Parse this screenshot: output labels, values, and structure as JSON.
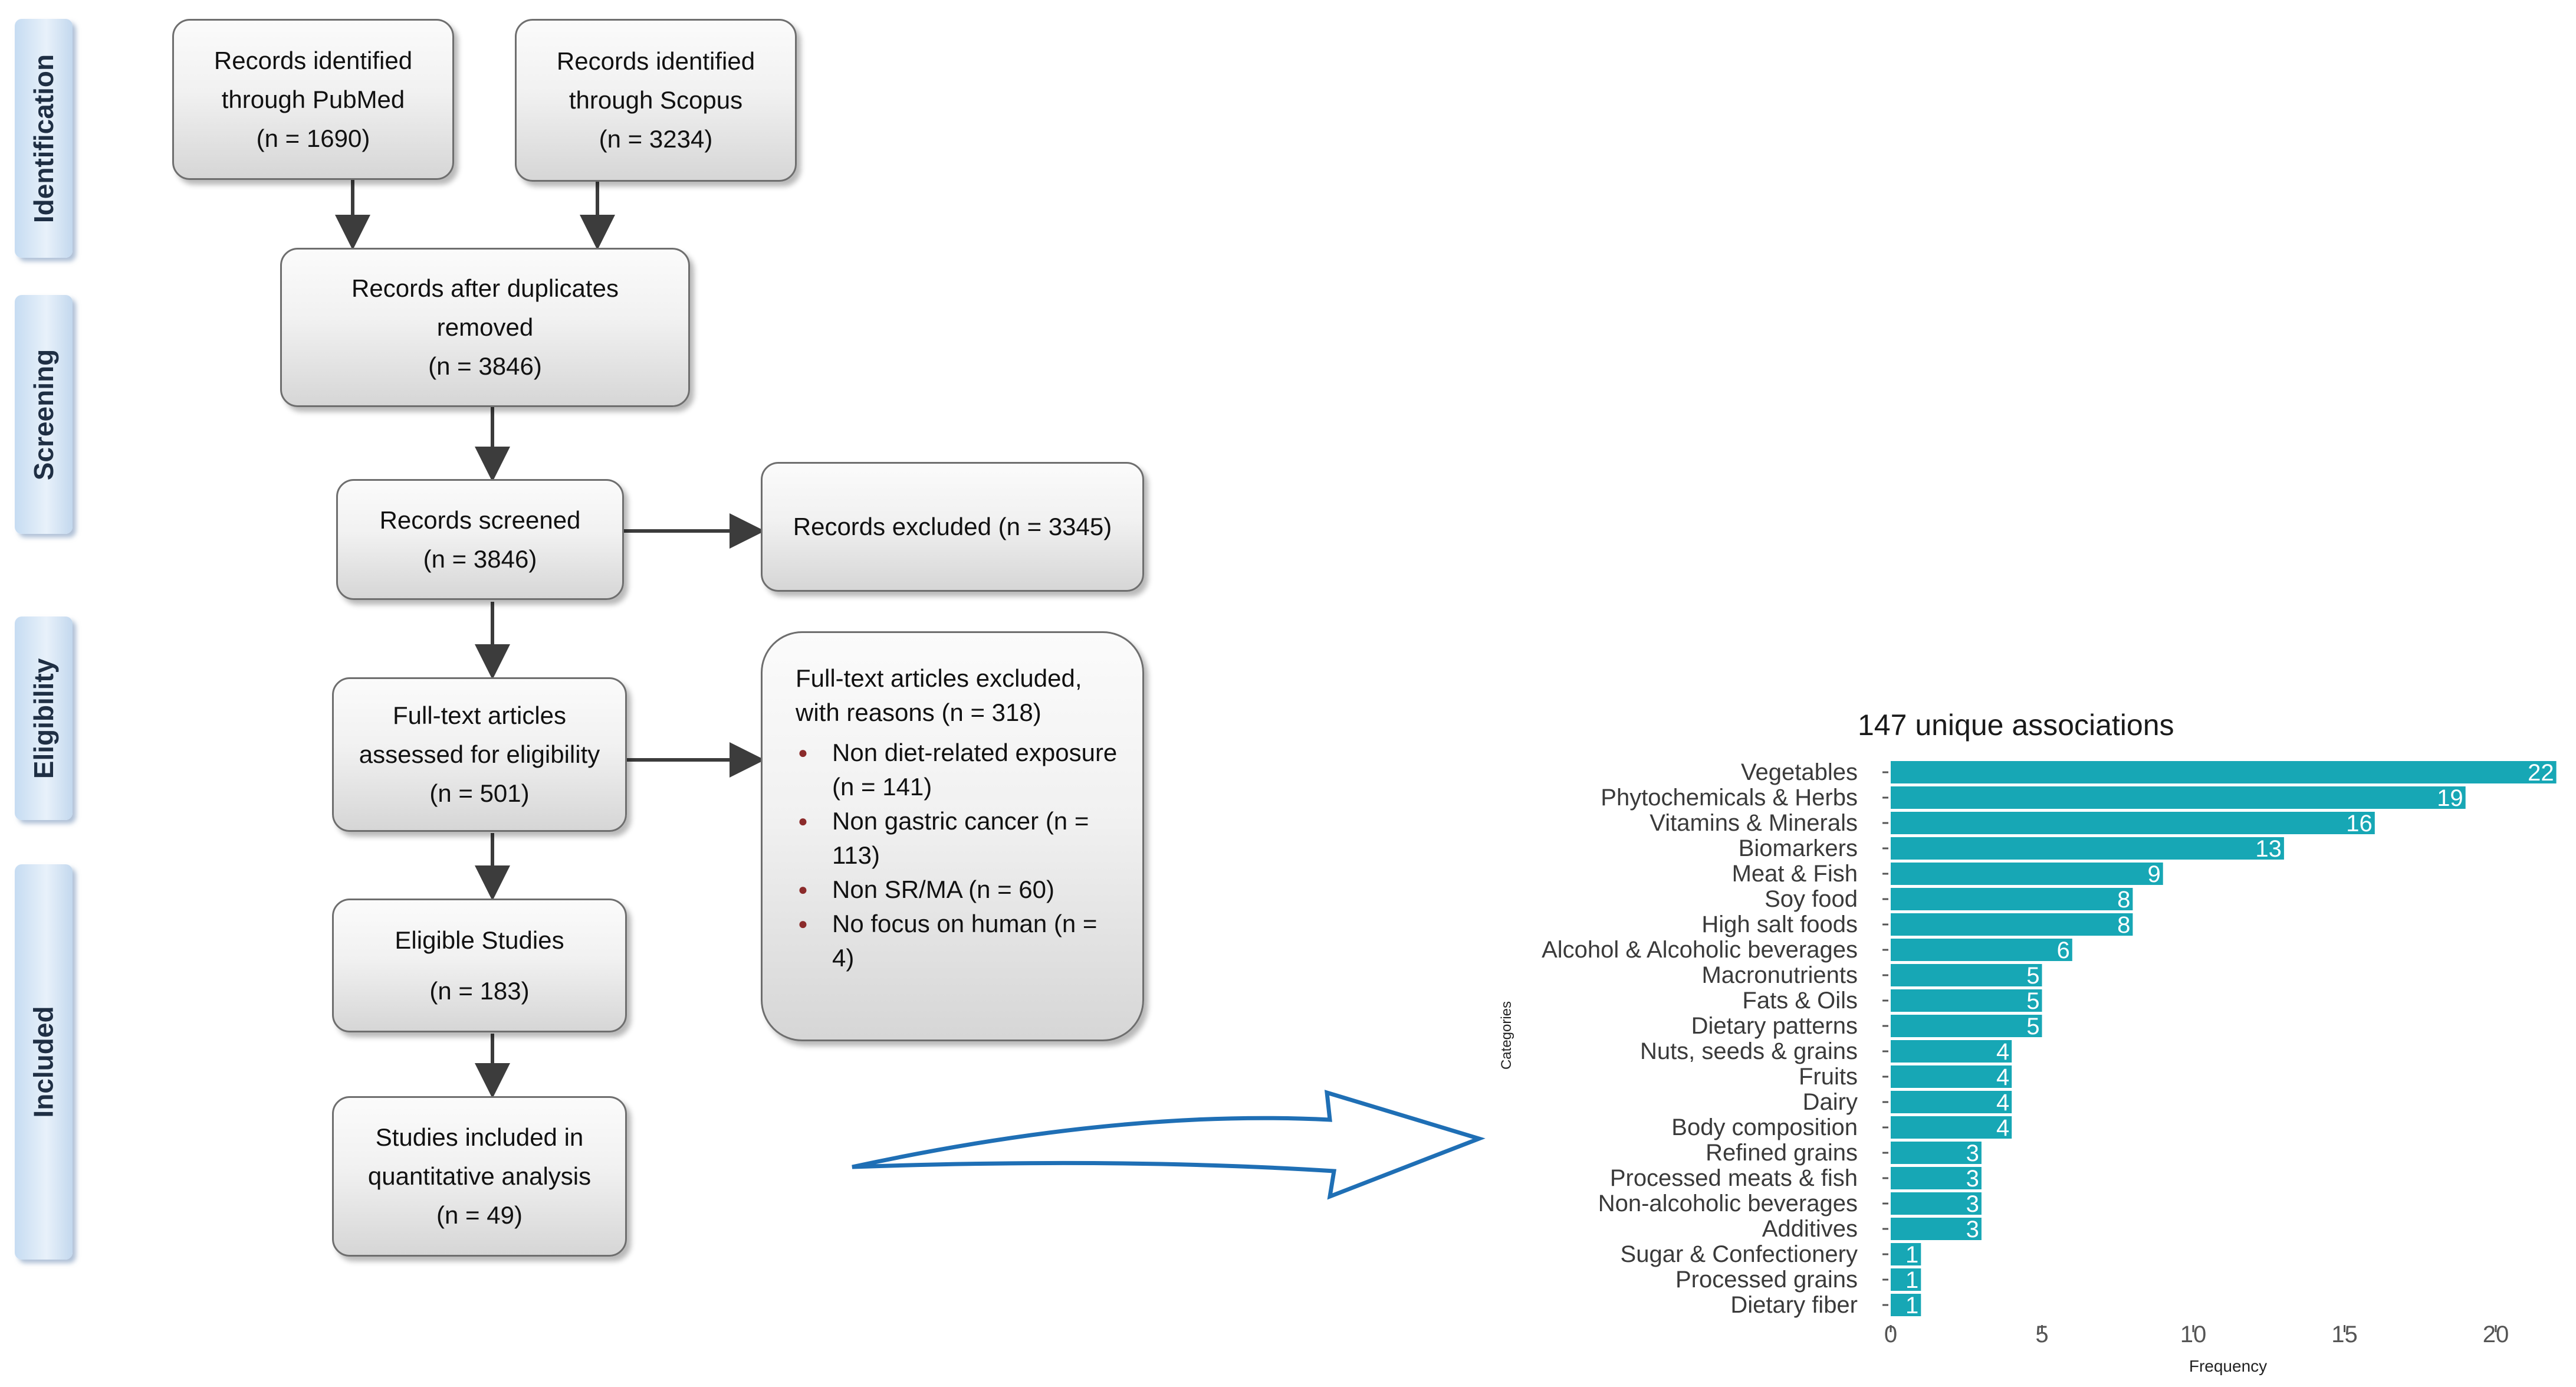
{
  "stages": [
    "Identification",
    "Screening",
    "Eligibility",
    "Included"
  ],
  "flow": {
    "pubmed": [
      "Records identified",
      "through PubMed",
      "(n = 1690)"
    ],
    "scopus": [
      "Records identified",
      "through Scopus",
      "(n = 3234)"
    ],
    "duplicates": [
      "Records after duplicates",
      "removed",
      "(n = 3846)"
    ],
    "screened": [
      "Records screened",
      "(n = 3846)"
    ],
    "records_excluded": "Records excluded (n = 3345)",
    "fulltext": [
      "Full-text articles",
      "assessed for eligibility",
      "(n = 501)"
    ],
    "eligible": [
      "Eligible Studies",
      "(n = 183)"
    ],
    "included": [
      "Studies included in",
      "quantitative analysis",
      "(n = 49)"
    ],
    "fulltext_excluded": {
      "heading": [
        "Full-text articles excluded,",
        "with reasons (n = 318)"
      ],
      "reasons": [
        "Non diet-related exposure (n = 141)",
        "Non gastric cancer (n = 113)",
        "Non SR/MA (n = 60)",
        "No focus on human (n = 4)"
      ]
    }
  },
  "colors": {
    "bar": "#17a7b5",
    "arrow": "#1f6fb5",
    "connector": "#3c3c3c",
    "bullet": "#8b2b2b"
  },
  "chart_data": {
    "type": "bar",
    "orientation": "horizontal",
    "title": "147 unique associations",
    "xlabel": "Frequency",
    "ylabel": "Categories",
    "xlim": [
      0,
      22
    ],
    "xticks": [
      0,
      5,
      10,
      15,
      20
    ],
    "grid": false,
    "categories": [
      "Vegetables",
      "Phytochemicals & Herbs",
      "Vitamins & Minerals",
      "Biomarkers",
      "Meat & Fish",
      "Soy food",
      "High salt foods",
      "Alcohol & Alcoholic beverages",
      "Macronutrients",
      "Fats & Oils",
      "Dietary patterns",
      "Nuts, seeds & grains",
      "Fruits",
      "Dairy",
      "Body composition",
      "Refined grains",
      "Processed meats & fish",
      "Non-alcoholic beverages",
      "Additives",
      "Sugar & Confectionery",
      "Processed grains",
      "Dietary fiber"
    ],
    "values": [
      22,
      19,
      16,
      13,
      9,
      8,
      8,
      6,
      5,
      5,
      5,
      4,
      4,
      4,
      4,
      3,
      3,
      3,
      3,
      1,
      1,
      1
    ]
  }
}
